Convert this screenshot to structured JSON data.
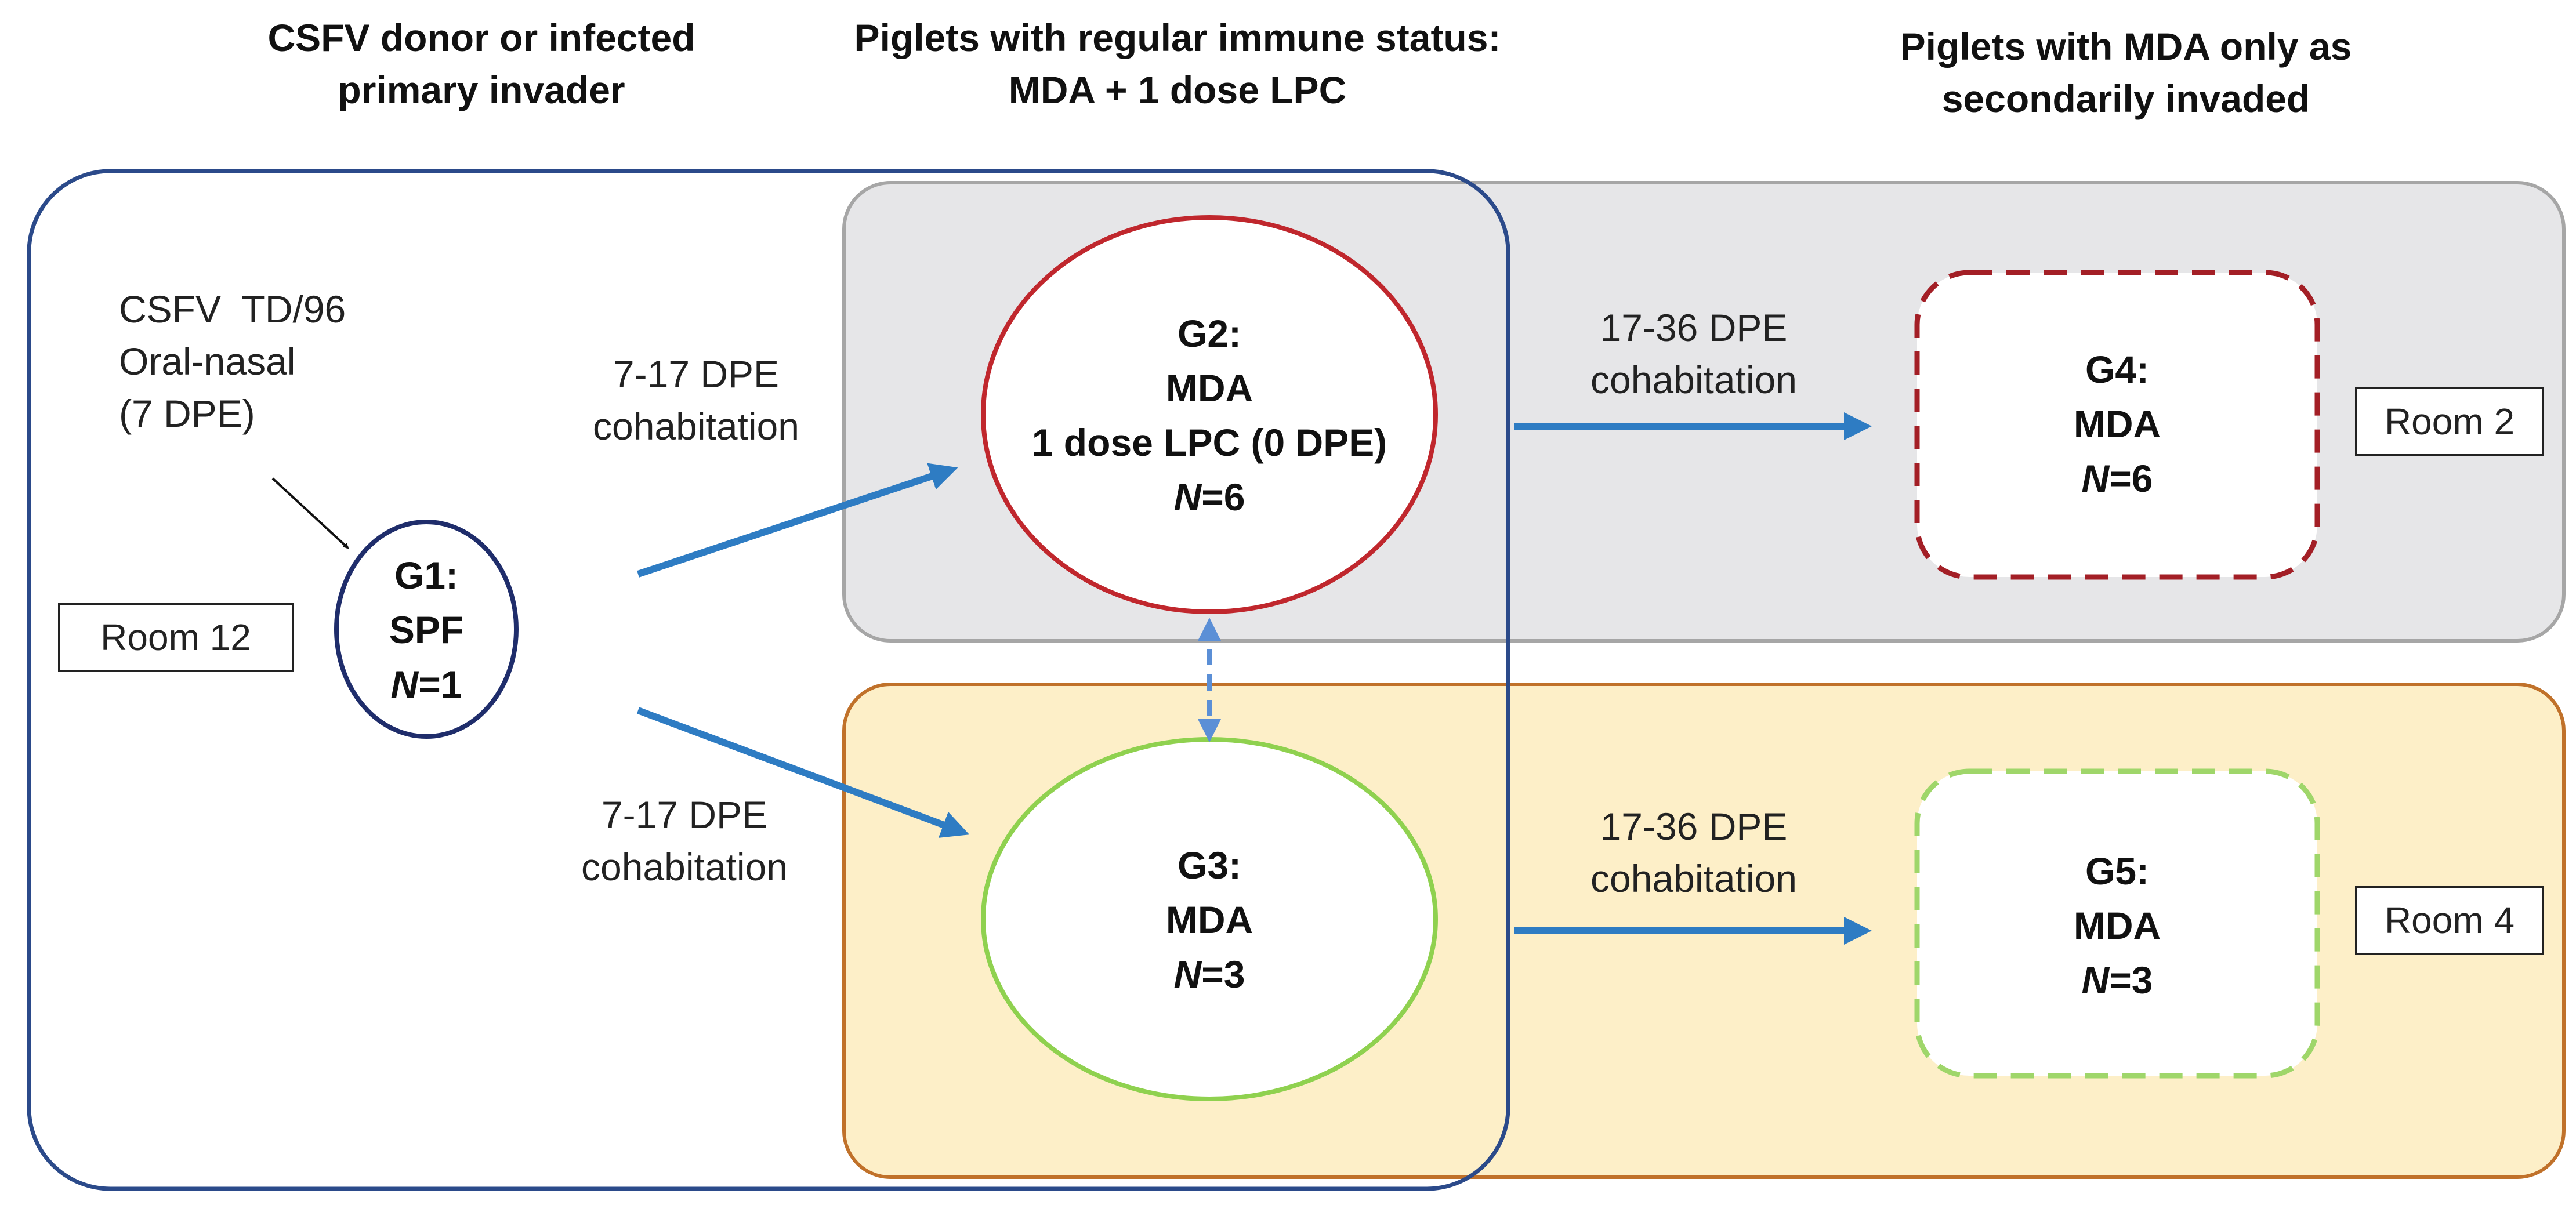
{
  "headers": {
    "col1": [
      "CSFV donor or infected",
      "primary invader"
    ],
    "col2": [
      "Piglets with regular immune status:",
      "MDA + 1 dose LPC"
    ],
    "col3": [
      "Piglets with MDA only as",
      "secondarily invaded"
    ]
  },
  "inoculation": [
    "CSFV  TD/96",
    "Oral-nasal",
    "(7 DPE)"
  ],
  "arrow_labels": {
    "g1_g2": [
      "7-17 DPE",
      "cohabitation"
    ],
    "g1_g3": [
      "7-17 DPE",
      "cohabitation"
    ],
    "g2_g4": [
      "17-36 DPE",
      "cohabitation"
    ],
    "g3_g5": [
      "17-36 DPE",
      "cohabitation"
    ]
  },
  "rooms": {
    "room12": "Room 12",
    "room2": "Room 2",
    "room4": "Room 4"
  },
  "groups": {
    "g1": {
      "name": "G1:",
      "status": "SPF",
      "n_label": "N",
      "n_value": "=1"
    },
    "g2": {
      "name": "G2:",
      "status": "MDA",
      "treatment": "1 dose LPC (0 DPE)",
      "n_label": "N",
      "n_value": "=6"
    },
    "g3": {
      "name": "G3:",
      "status": "MDA",
      "n_label": "N",
      "n_value": "=3"
    },
    "g4": {
      "name": "G4:",
      "status": "MDA",
      "n_label": "N",
      "n_value": "=6"
    },
    "g5": {
      "name": "G5:",
      "status": "MDA",
      "n_label": "N",
      "n_value": "=3"
    }
  },
  "colors": {
    "room12_border": "#2b4a8a",
    "room2_fill": "#e6e6e8",
    "room2_border": "#a6a6a6",
    "room4_fill": "#fdefc8",
    "room4_border": "#c0712a",
    "g1_border": "#1f2d6b",
    "g2_border": "#c0272d",
    "g3_border": "#8fd14f",
    "g4_border": "#a31f26",
    "g5_border": "#9fd66a",
    "arrow": "#2e7cc3",
    "arrow_dashed": "#5b8fd6"
  }
}
